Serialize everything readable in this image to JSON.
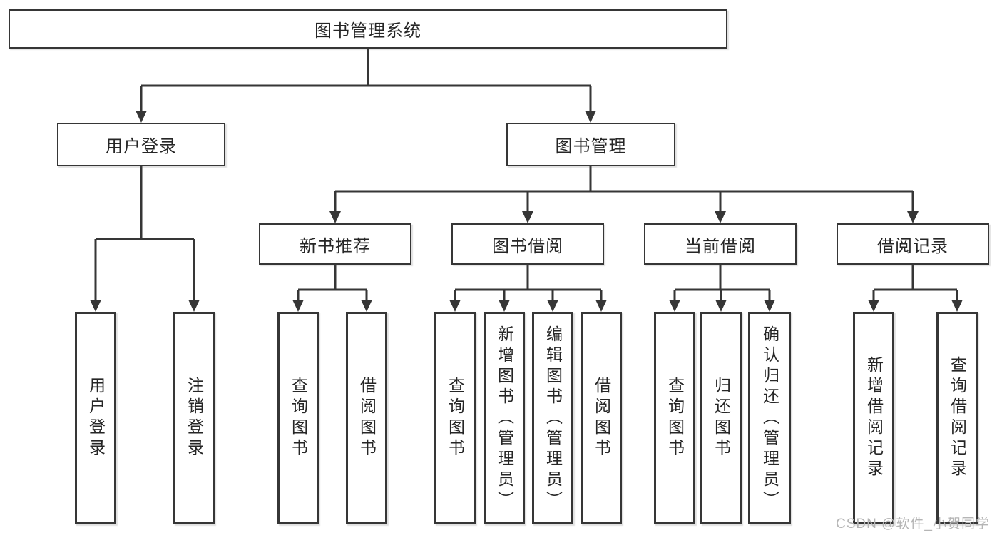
{
  "tree": {
    "label": "图书管理系统",
    "children": [
      {
        "label": "用户登录",
        "children": [
          {
            "label": "用户登录"
          },
          {
            "label": "注销登录"
          }
        ]
      },
      {
        "label": "图书管理",
        "children": [
          {
            "label": "新书推荐",
            "children": [
              {
                "label": "查询图书"
              },
              {
                "label": "借阅图书"
              }
            ]
          },
          {
            "label": "图书借阅",
            "children": [
              {
                "label": "查询图书"
              },
              {
                "label": "新增图书（管理员）"
              },
              {
                "label": "编辑图书（管理员）"
              },
              {
                "label": "借阅图书"
              }
            ]
          },
          {
            "label": "当前借阅",
            "children": [
              {
                "label": "查询图书"
              },
              {
                "label": "归还图书"
              },
              {
                "label": "确认归还（管理员）"
              }
            ]
          },
          {
            "label": "借阅记录",
            "children": [
              {
                "label": "新增借阅记录"
              },
              {
                "label": "查询借阅记录"
              }
            ]
          }
        ]
      }
    ]
  },
  "watermark": "CSDN @软件_小贺同学",
  "colors": {
    "connector": "#363636",
    "box_border": "#363636",
    "text": "#262626",
    "watermark": "#b5b5b5",
    "background": "#ffffff"
  }
}
